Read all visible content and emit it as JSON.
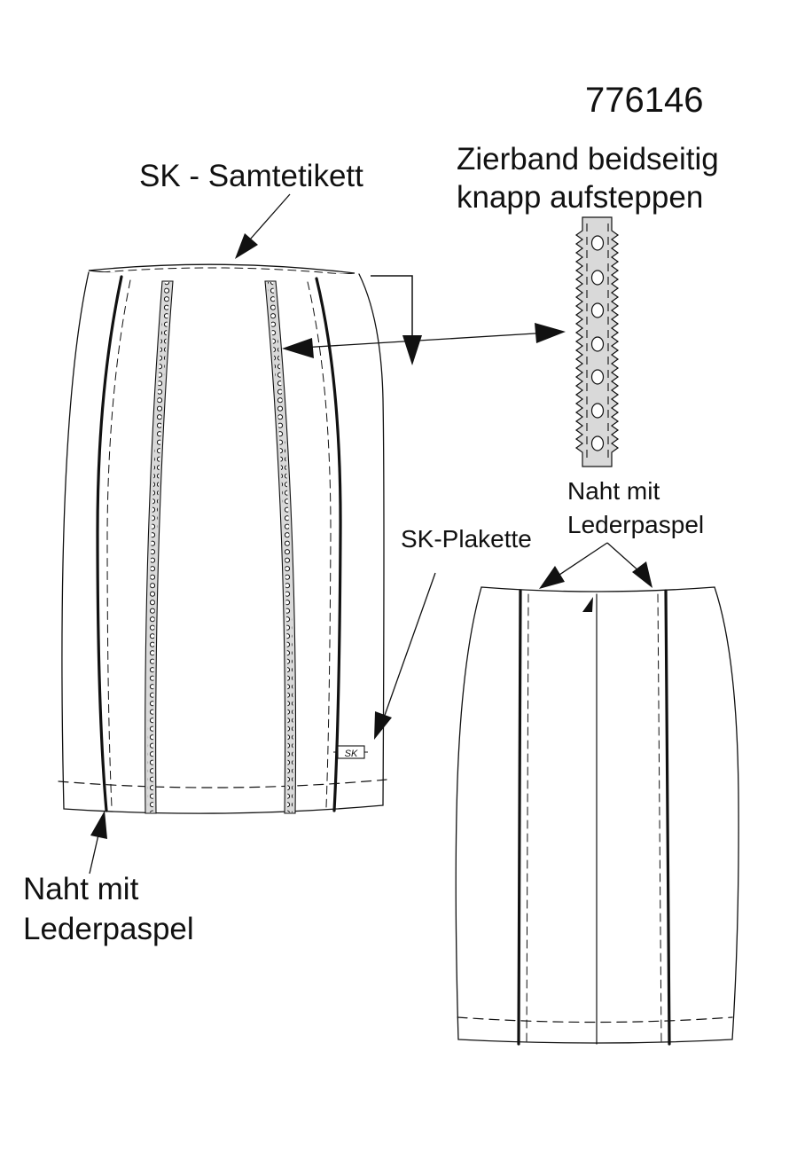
{
  "article_number": "776146",
  "labels": {
    "samtetikett": "SK - Samtetikett",
    "zierband_line1": "Zierband beidseitig",
    "zierband_line2": "knapp aufsteppen",
    "plakette": "SK-Plakette",
    "plakette_mark": "SK",
    "naht_front_line1": "Naht mit",
    "naht_front_line2": "Lederpaspel",
    "naht_back_line1": "Naht mit",
    "naht_back_line2": "Lederpaspel"
  },
  "colors": {
    "line": "#111111",
    "tape_fill": "#d9d9d9",
    "background": "#ffffff"
  }
}
